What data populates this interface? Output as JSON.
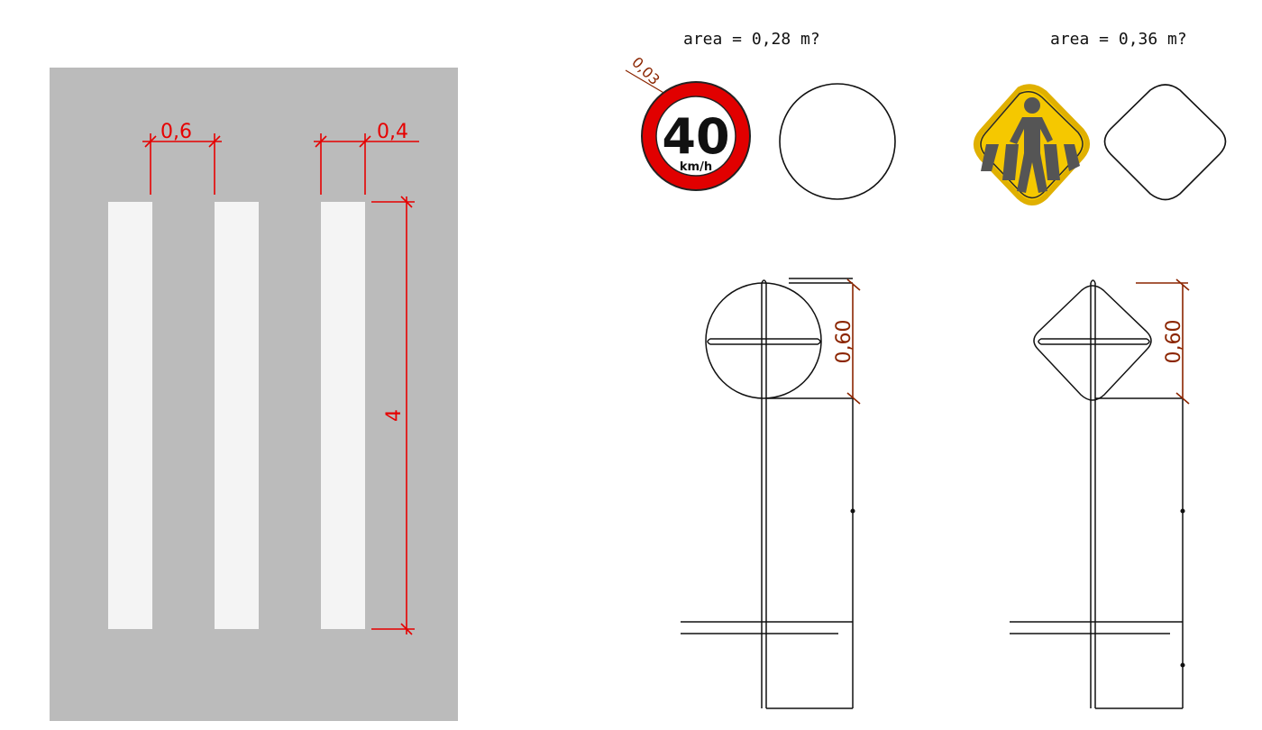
{
  "crosswalk": {
    "dim_bar_width": "0,6",
    "dim_gap_width": "0,4",
    "dim_length": "4"
  },
  "speed_sign": {
    "area_label": "area = 0,28 m?",
    "border_dim": "0,03",
    "speed_value": "40",
    "speed_unit": "km/h",
    "height_dim": "0,60",
    "colors": {
      "ring": "#e10000",
      "face": "#ffffff",
      "text": "#111111"
    }
  },
  "pedestrian_sign": {
    "area_label": "area = 0,36 m?",
    "height_dim": "0,60",
    "icon": "pedestrian-crossing-icon",
    "colors": {
      "face": "#f5c800",
      "border": "#222222",
      "figure": "#555555"
    }
  },
  "colors": {
    "asphalt": "#bbbbbb",
    "stripe": "#f4f4f4",
    "dimension_red": "#e60000",
    "dimension_brown": "#8b2500"
  }
}
